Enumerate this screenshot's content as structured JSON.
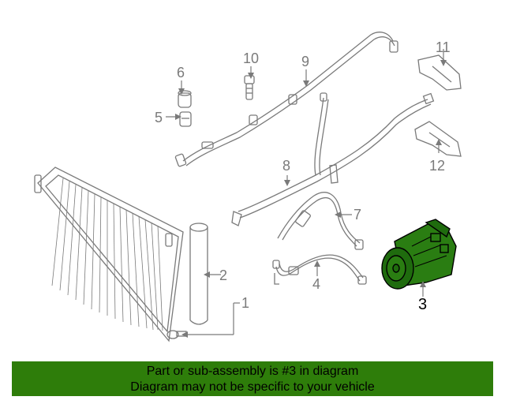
{
  "diagram": {
    "callouts": {
      "c1": "1",
      "c2": "2",
      "c3": "3",
      "c4": "4",
      "c5": "5",
      "c6": "6",
      "c7": "7",
      "c8": "8",
      "c9": "9",
      "c10": "10",
      "c11": "11",
      "c12": "12"
    },
    "highlight_part": "3",
    "colors": {
      "line_art": "#7a7a7a",
      "highlight_fill": "#1f6b0e",
      "highlight_outline": "#000000",
      "banner_bg": "#2e7d0a"
    }
  },
  "banner": {
    "line1": "Part or sub-assembly is #3 in diagram",
    "line2": "Diagram may not be specific to your vehicle"
  }
}
